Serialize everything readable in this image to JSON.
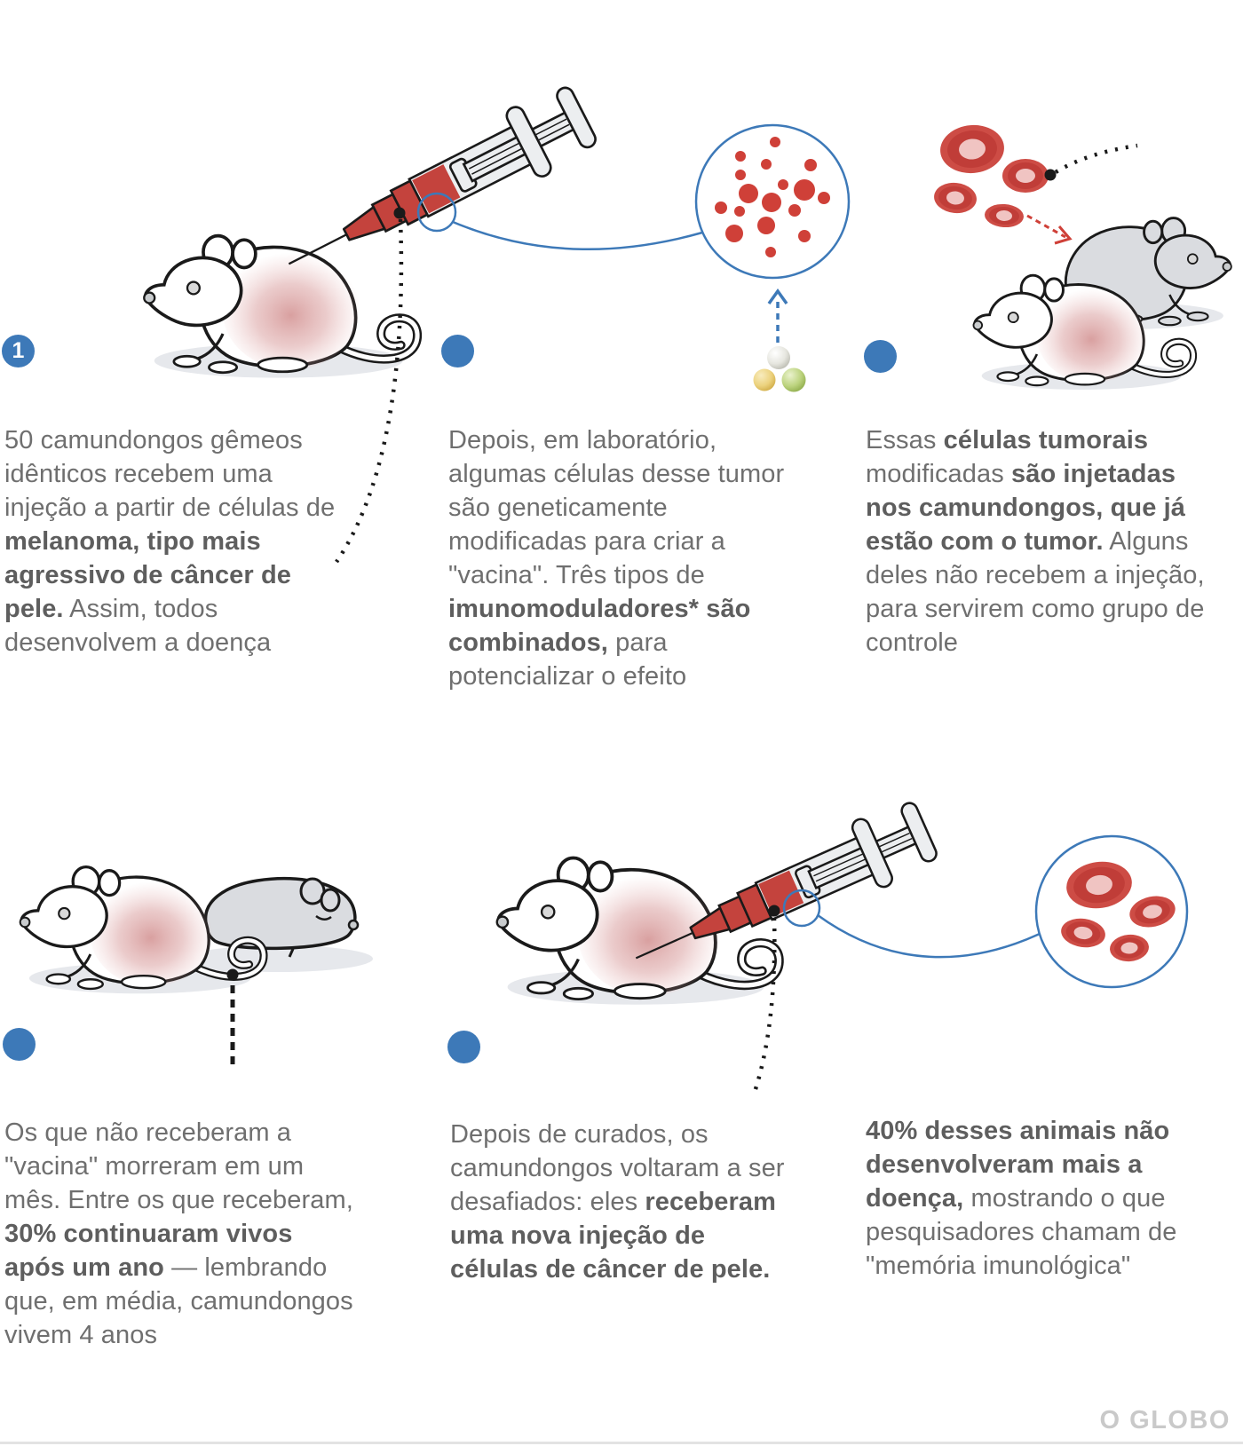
{
  "brand": {
    "name": "O GLOBO"
  },
  "colors": {
    "accent_blue": "#3d79b8",
    "red": "#c4433d",
    "cell_red": "#cd4c45",
    "text": "#6f6f6f",
    "text_bold": "#5e5e5e",
    "brand_grey": "#c9c9c9",
    "mouse_grey": "#dadce0"
  },
  "illustrations": {
    "scene1": "mouse-with-tumor-receiving-syringe-injection",
    "scene2": "magnified-circle-of-tumor-cells-with-immunomodulator-spheres",
    "scene3": "modified-tumor-cells-injected-into-mice",
    "scene4": "surviving-mouse-and-dead-control-mouse",
    "scene5": "cured-mouse-receiving-new-injection",
    "scene6": "magnified-circle-of-cancer-cells"
  },
  "steps": [
    {
      "number": "1",
      "parts": {
        "pre": "50 camundongos gêmeos idênticos recebem uma injeção a partir de células de ",
        "bold": "melanoma, tipo mais agressivo de câncer de pele.",
        "post": " Assim, todos desenvolvem a doença"
      }
    },
    {
      "number": "",
      "parts": {
        "pre": "Depois, em laboratório, algumas células desse tumor são geneticamente modificadas para criar a \"vacina\". Três tipos de ",
        "bold": "imunomoduladores* são combinados,",
        "post": " para potencializar o efeito"
      }
    },
    {
      "number": "",
      "parts": {
        "pre": "Essas ",
        "bold": "células tumorais",
        "mid": " modificadas ",
        "bold2": "são injetadas nos camundongos, que já estão com o tumor.",
        "post": " Alguns deles não recebem a injeção, para servirem como grupo de controle"
      }
    },
    {
      "number": "",
      "parts": {
        "pre": "Os que não receberam a \"vacina\" morreram em um mês. Entre os que receberam, ",
        "bold": "30% continuaram vivos após um ano",
        "post": " — lembrando que, em média, camundongos vivem 4 anos"
      }
    },
    {
      "number": "",
      "parts": {
        "pre": "Depois de curados, os camundongos voltaram a ser desafiados: eles ",
        "bold": "receberam uma nova injeção de células de câncer de pele.",
        "post": ""
      }
    },
    {
      "number": "",
      "parts": {
        "pre": "",
        "bold": "40% desses animais não desenvolveram mais a doença,",
        "post": " mostrando o que pesquisadores chamam de \"memória imunológica\""
      }
    }
  ]
}
